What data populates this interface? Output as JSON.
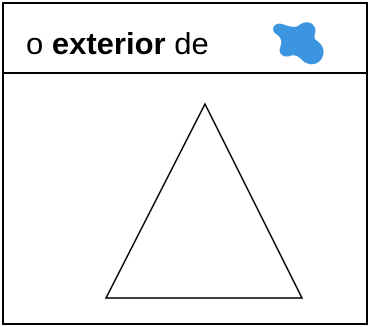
{
  "card": {
    "phrase": {
      "article": "o",
      "keyword": "exterior",
      "preposition": "de"
    },
    "symbol_icon": "blue-blob-icon",
    "symbol_color": "#3B95E1",
    "figure_shape": "triangle"
  }
}
